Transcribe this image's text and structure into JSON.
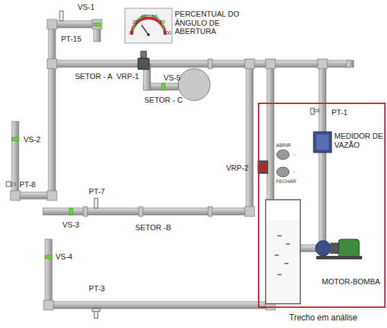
{
  "diagram": {
    "nodes": [
      {
        "text": [
          "Trecho em análise"
        ]
      }
    ],
    "labels": [
      "VS-1",
      "PT-15",
      "PERCENTUAL DO ÂNGULO DE ABERTURA",
      "0",
      "20",
      "40",
      "60",
      "80",
      "100",
      "SETOR - A",
      "VRP-1",
      "VS-5",
      "SETOR - C",
      "VS-2",
      "PT-8",
      "VRP-2",
      "ABRIR",
      "FECHAR",
      "PT-1",
      "MEDIDOR DE VAZÃO",
      "PT-7",
      "VS-3",
      "SETOR -B",
      "VS-4",
      "PT-3",
      "MOTOR-BOMBA"
    ]
  }
}
